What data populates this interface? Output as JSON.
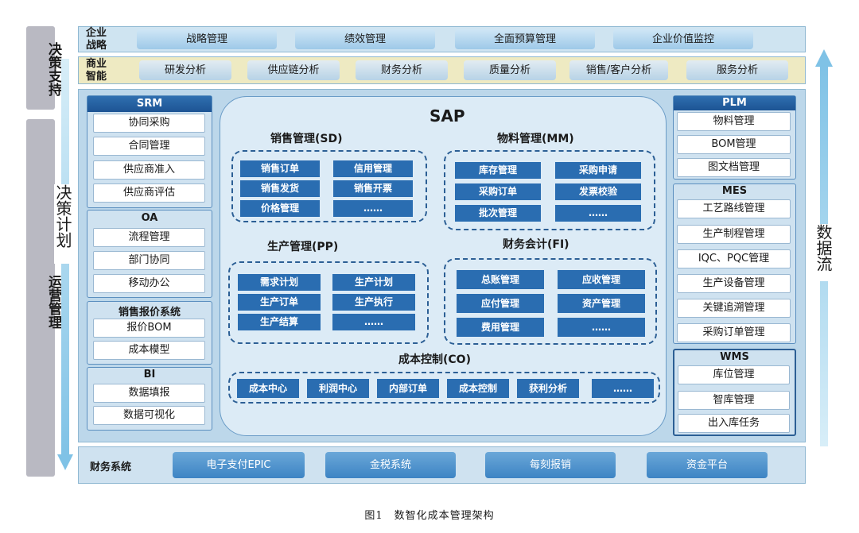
{
  "left_labels": {
    "top": "决策支持",
    "bottom": "运营管理"
  },
  "left_arrow_label": "决策计划",
  "right_arrow_label": "数据流",
  "enterprise_strategy": {
    "label": "企业战略",
    "items": [
      "战略管理",
      "绩效管理",
      "全面预算管理",
      "企业价值监控"
    ]
  },
  "business_intelligence": {
    "label": "商业智能",
    "items": [
      "研发分析",
      "供应链分析",
      "财务分析",
      "质量分析",
      "销售/客户分析",
      "服务分析"
    ]
  },
  "srm": {
    "title": "SRM",
    "items": [
      "协同采购",
      "合同管理",
      "供应商准入",
      "供应商评估"
    ]
  },
  "oa": {
    "title": "OA",
    "items": [
      "流程管理",
      "部门协同",
      "移动办公"
    ]
  },
  "quote": {
    "title": "销售报价系统",
    "items": [
      "报价BOM",
      "成本模型"
    ]
  },
  "bi": {
    "title": "BI",
    "items": [
      "数据填报",
      "数据可视化"
    ]
  },
  "plm": {
    "title": "PLM",
    "items": [
      "物料管理",
      "BOM管理",
      "图文档管理"
    ]
  },
  "mes": {
    "title": "MES",
    "items": [
      "工艺路线管理",
      "生产制程管理",
      "IQC、PQC管理",
      "生产设备管理",
      "关键追溯管理",
      "采购订单管理"
    ]
  },
  "wms": {
    "title": "WMS",
    "items": [
      "库位管理",
      "智库管理",
      "出入库任务"
    ]
  },
  "sap": {
    "title": "SAP",
    "sd": {
      "title": "销售管理(SD)",
      "items": [
        "销售订单",
        "信用管理",
        "销售发货",
        "销售开票",
        "价格管理",
        "……"
      ]
    },
    "mm": {
      "title": "物料管理(MM)",
      "items": [
        "库存管理",
        "采购申请",
        "采购订单",
        "发票校验",
        "批次管理",
        "……"
      ]
    },
    "pp": {
      "title": "生产管理(PP)",
      "items": [
        "需求计划",
        "生产计划",
        "生产订单",
        "生产执行",
        "生产结算",
        "……"
      ]
    },
    "fi": {
      "title": "财务会计(FI)",
      "items": [
        "总账管理",
        "应收管理",
        "应付管理",
        "资产管理",
        "费用管理",
        "……"
      ]
    },
    "co": {
      "title": "成本控制(CO)",
      "items": [
        "成本中心",
        "利润中心",
        "内部订单",
        "成本控制",
        "获利分析",
        "……"
      ]
    }
  },
  "finance": {
    "label": "财务系统",
    "items": [
      "电子支付EPIC",
      "金税系统",
      "每刻报销",
      "资金平台"
    ]
  },
  "caption": "图1　数智化成本管理架构"
}
